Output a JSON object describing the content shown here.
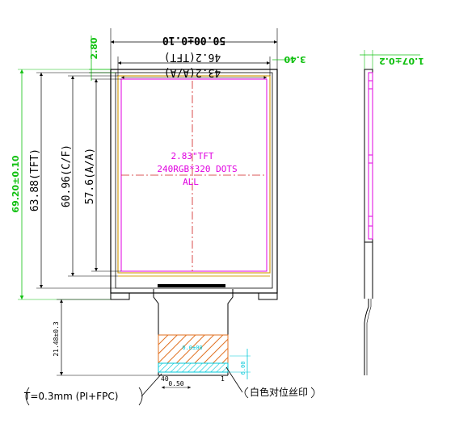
{
  "front": {
    "width_tft": "50.00±0.10",
    "width_cf": "46.2(TFT)",
    "width_aa": "43.2(A/A)",
    "top_gap": "2.80",
    "side_gap": "3.40",
    "height_total": "69.20±0.10",
    "height_tft": "63.88(TFT)",
    "height_cf": "60.96(C/F)",
    "height_aa": "57.6(A/A)",
    "fpc_length": "21.48±0.3",
    "fpc_width": "6.00",
    "pitch": "0.50",
    "display_line1": "2.83\"TFT",
    "display_line2": "240RGB*320 DOTS",
    "display_line3": "ALL",
    "pin_left": "40",
    "pin_right": "1",
    "note_left": "T=0.3mm (PI+FPC)",
    "note_right": "白色对位丝印",
    "cyan_label1": "0.0±00",
    "cyan_label2": "0.5"
  },
  "side": {
    "thickness": "1.07±0.2"
  },
  "colors": {
    "outline": "#000000",
    "panel": "#e000e0",
    "bezel": "#d4a017",
    "dimension": "#10c010",
    "hatch": "#e07020",
    "cyan": "#00c8d8"
  }
}
